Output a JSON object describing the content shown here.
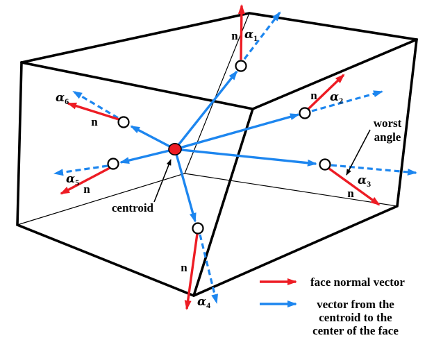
{
  "colors": {
    "red": "#ed1c24",
    "blue": "#1d86ef",
    "black": "#000000"
  },
  "labels": {
    "centroid": "centroid",
    "worst_angle": [
      "worst",
      "angle"
    ]
  },
  "faces": [
    {
      "n": "n",
      "alpha": "α",
      "sub": "1"
    },
    {
      "n": "n",
      "alpha": "α",
      "sub": "2"
    },
    {
      "n": "n",
      "alpha": "α",
      "sub": "3"
    },
    {
      "n": "n",
      "alpha": "α",
      "sub": "4"
    },
    {
      "n": "n",
      "alpha": "α",
      "sub": "5"
    },
    {
      "n": "n",
      "alpha": "α",
      "sub": "6"
    }
  ],
  "legend": {
    "red_label": "face normal vector",
    "blue_label_lines": [
      "vector from the",
      "centroid to the",
      "center of the face"
    ]
  }
}
